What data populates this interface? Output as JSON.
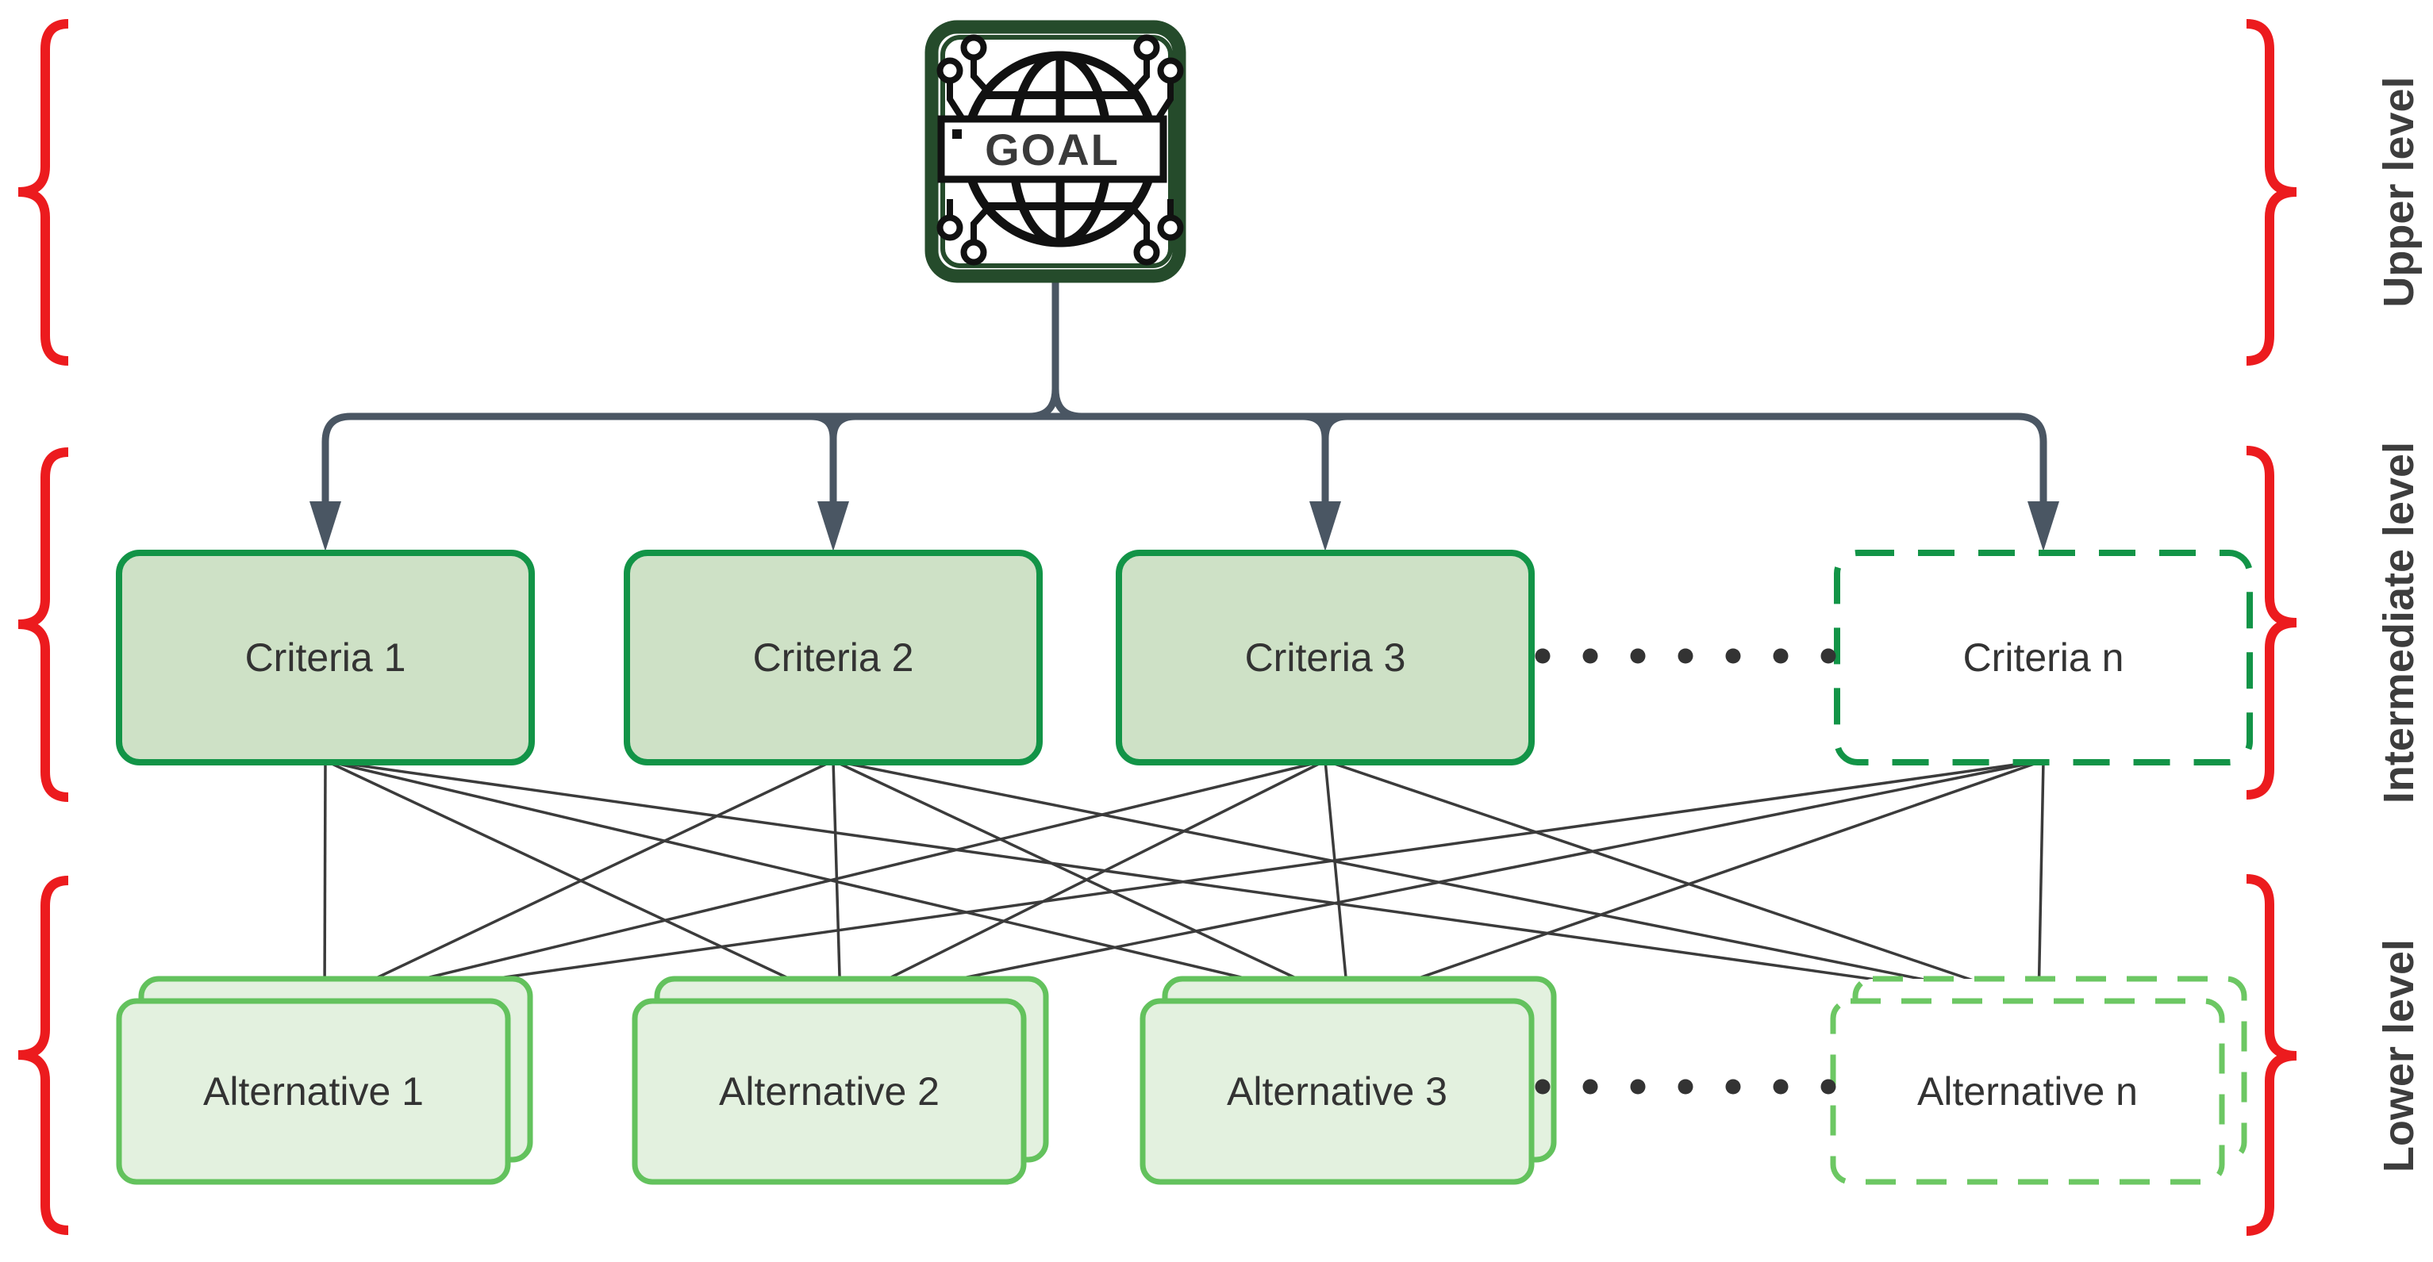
{
  "goal": {
    "label": "GOAL"
  },
  "criteria": {
    "items": [
      {
        "label": "Criteria 1",
        "style": "solid"
      },
      {
        "label": "Criteria 2",
        "style": "solid"
      },
      {
        "label": "Criteria 3",
        "style": "solid"
      },
      {
        "label": "Criteria n",
        "style": "dashed"
      }
    ]
  },
  "alternatives": {
    "items": [
      {
        "label": "Alternative 1",
        "style": "solid"
      },
      {
        "label": "Alternative 2",
        "style": "solid"
      },
      {
        "label": "Alternative 3",
        "style": "solid"
      },
      {
        "label": "Alternative n",
        "style": "dashed"
      }
    ]
  },
  "levels": {
    "upper": "Upper level",
    "intermediate": "Intermediate level",
    "lower": "Lower level"
  },
  "colors": {
    "brace_red": "#EC1B1E",
    "criteria_border_green": "#129447",
    "criteria_fill_green": "#CEE1C6",
    "alternative_border_green": "#63C25D",
    "alternative_fill_green": "#E3F1DF",
    "connector_slate": "#4A5663",
    "edge_line_gray": "#3B3B3B",
    "goal_frame_green": "#254B2B",
    "label_text": "#333333"
  }
}
